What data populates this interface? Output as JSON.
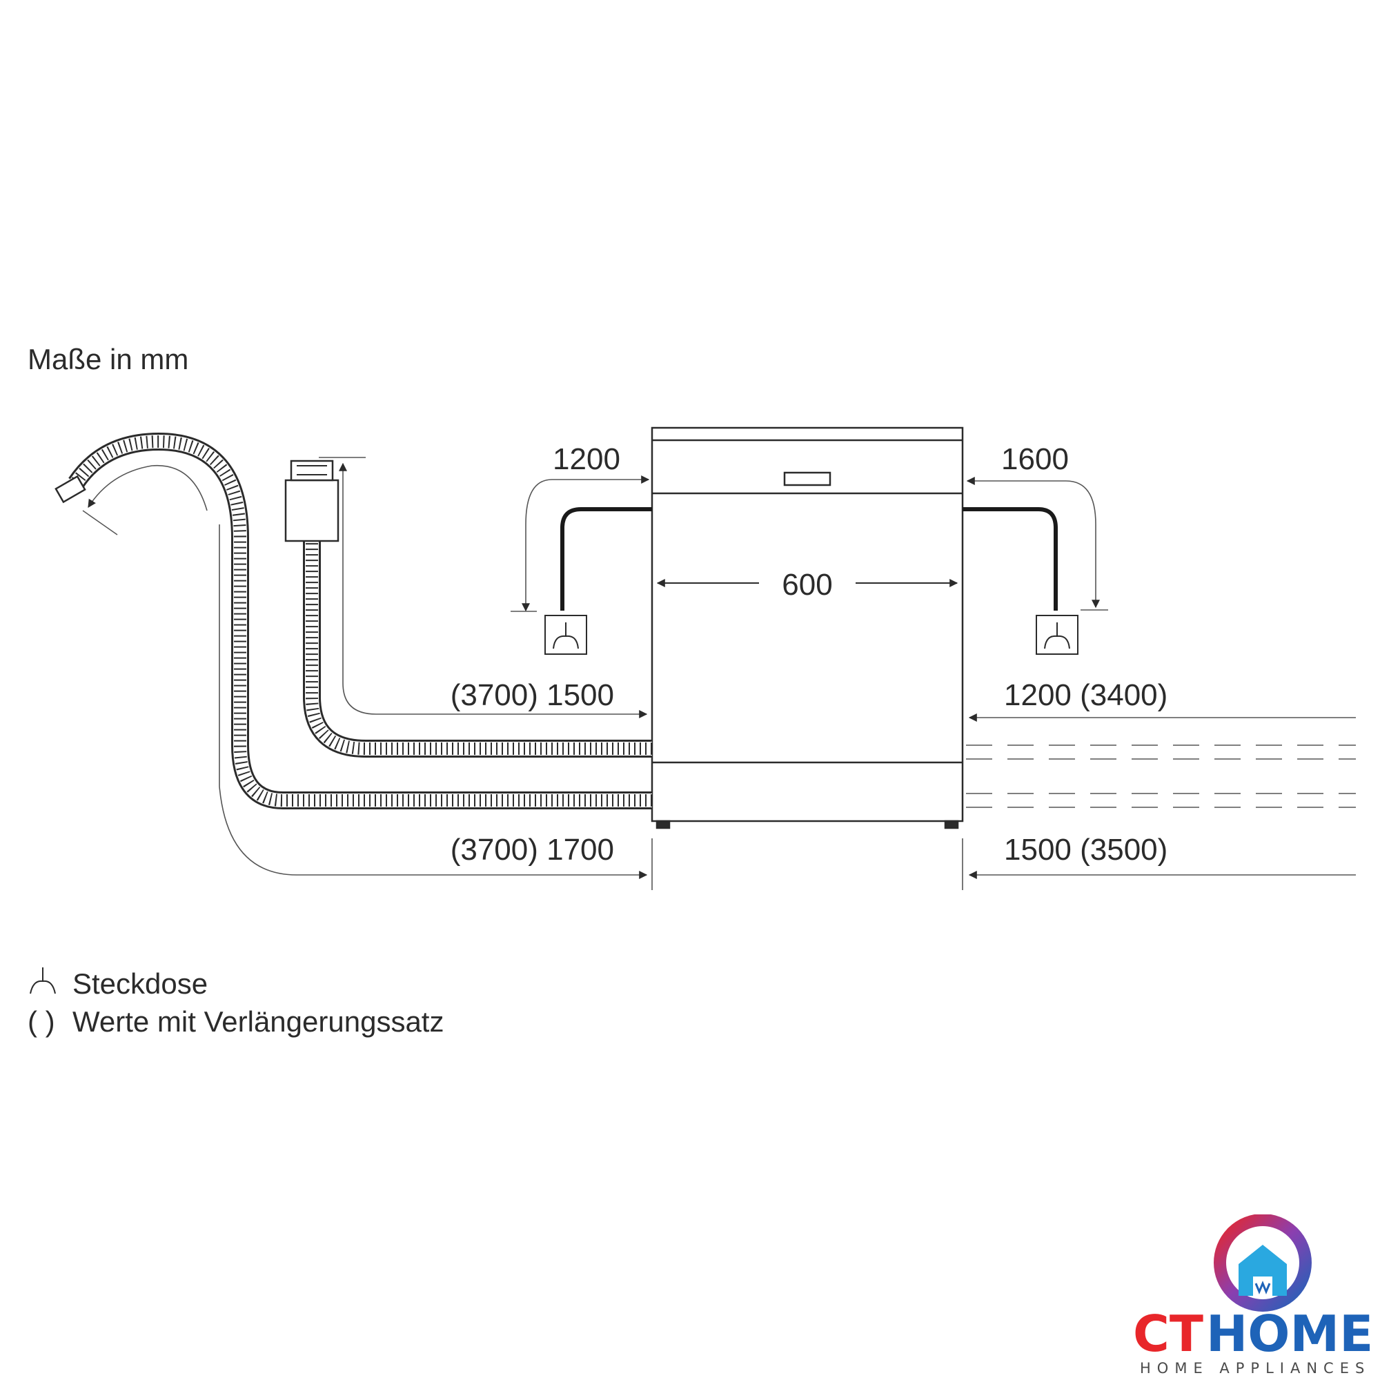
{
  "header": {
    "units": "Maße in mm"
  },
  "dimensions": {
    "width": "600",
    "left_top": "1200",
    "right_top": "1600",
    "left_mid": "(3700) 1500",
    "right_mid": "1200 (3400)",
    "left_bottom": "(3700) 1700",
    "right_bottom": "1500 (3500)"
  },
  "legend": {
    "socket_label": "Steckdose",
    "paren_symbol": "( )",
    "paren_label": "Werte mit Verlängerungssatz"
  },
  "logo": {
    "brand_ct": "CT",
    "brand_home": "HOME",
    "tagline": "HOME APPLIANCES",
    "colors": {
      "red": "#e8262a",
      "blue": "#1e63b8",
      "light_blue": "#2aa8e0"
    }
  }
}
